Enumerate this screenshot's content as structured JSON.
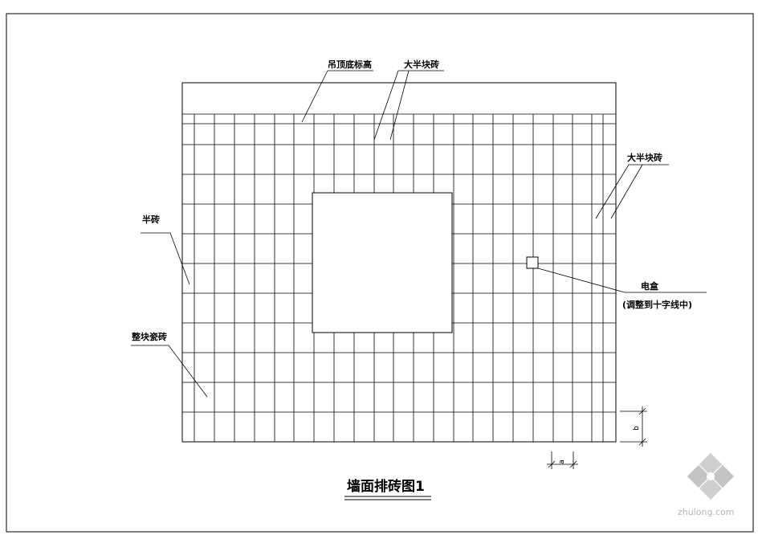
{
  "title": "墙面排砖图1",
  "labels": {
    "ceiling": "吊顶底标高",
    "big_half_top": "大半块砖",
    "big_half_right": "大半块砖",
    "half": "半砖",
    "whole": "整块瓷砖",
    "box": "电盒",
    "box_note": "(调整到十字线中)"
  },
  "dimensions": {
    "a": "a",
    "b": "b"
  },
  "watermark": {
    "text": "zhulong.com"
  },
  "colors": {
    "line": "#000000",
    "watermark": "#b4b4b4"
  }
}
